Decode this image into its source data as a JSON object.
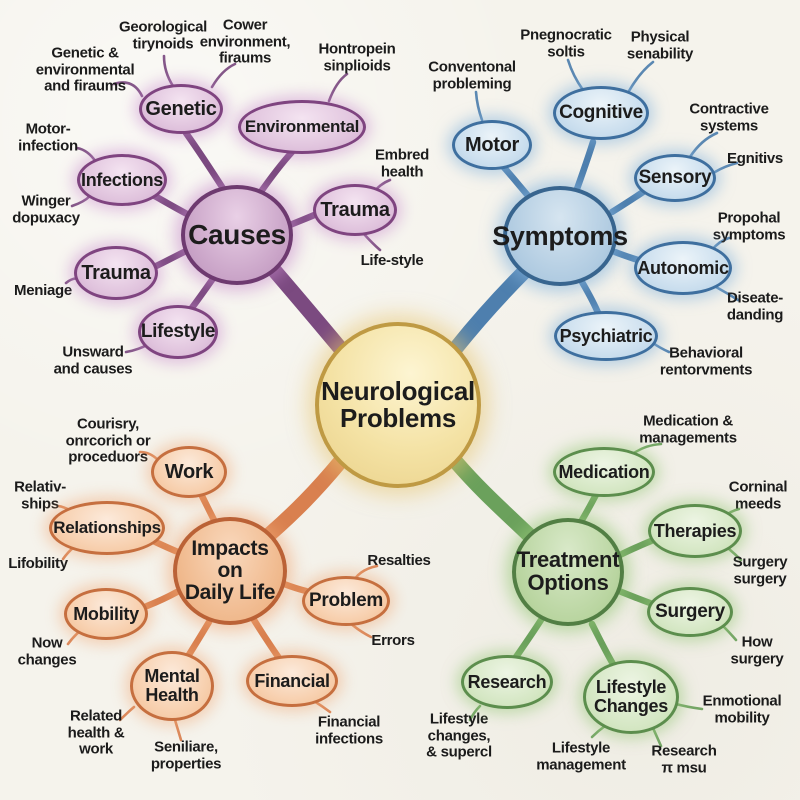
{
  "center": {
    "label": "Neurological\nProblems",
    "color": "#e9c96a"
  },
  "branches": {
    "causes": {
      "label": "Causes",
      "color": "#7b4a80",
      "nodes": [
        "Genetic",
        "Environmental",
        "Infections",
        "Trauma",
        "Trauma",
        "Lifestyle"
      ],
      "annotations": [
        "Genetic &\nenvironmental\nand firaums",
        "Georological\ntirynoids",
        "Cower\nenvironment,\nfiraums",
        "Hontropein\nsinplioids",
        "Motor-\ninfection",
        "Winger\ndopuxacy",
        "Meniage",
        "Unsward\nand causes",
        "Embred\nhealth",
        "Life-style"
      ]
    },
    "symptoms": {
      "label": "Symptoms",
      "color": "#4a7aae",
      "nodes": [
        "Motor",
        "Cognitive",
        "Sensory",
        "Autonomic",
        "Psychiatric"
      ],
      "annotations": [
        "Conventonal\nprobleming",
        "Pnegnocratic\nsoltis",
        "Physical\nsenability",
        "Contractive\nsystems",
        "Egnitivs",
        "Propohal\nsymptoms",
        "Diseate-\ndanding",
        "Behavioral\nrentorvments"
      ]
    },
    "impacts": {
      "label": "Impacts on\nDaily Life",
      "color": "#d2703c",
      "nodes": [
        "Work",
        "Relationships",
        "Mobility",
        "Mental\nHealth",
        "Financial",
        "Problem"
      ],
      "annotations": [
        "Courisry,\nonrcorich or\nproceduors",
        "Relativ-\nships",
        "Lifobility",
        "Now\nchanges",
        "Related\nhealth &\nwork",
        "Seniliare,\nproperties",
        "Financial\ninfections",
        "Resalties",
        "Errors"
      ]
    },
    "treatment": {
      "label": "Treatment\nOptions",
      "color": "#5e9150",
      "nodes": [
        "Medication",
        "Therapies",
        "Surgery",
        "Lifestyle\nChanges",
        "Research"
      ],
      "annotations": [
        "Medication &\nmanagements",
        "Corninal\nmeeds",
        "Surgery\nsurgery",
        "How\nsurgery",
        "Enmotional\nmobility",
        "Research\nπ msu",
        "Lifestyle\nmanagement",
        "Lifestyle\nchanges,\n& supercl"
      ]
    }
  }
}
